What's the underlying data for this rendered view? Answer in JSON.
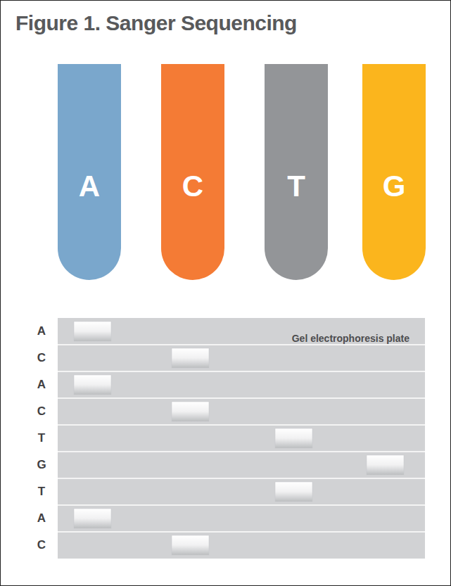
{
  "diagram": {
    "title": "Figure 1. Sanger Sequencing",
    "nodes": [
      {
        "text": [
          "A"
        ]
      },
      {
        "text": [
          "C"
        ]
      },
      {
        "text": [
          "T"
        ]
      },
      {
        "text": [
          "G"
        ]
      },
      {
        "text": [
          "Gel electrophoresis plate"
        ]
      }
    ],
    "labels": [
      "A",
      "C",
      "A",
      "C",
      "T",
      "G",
      "T",
      "A",
      "C"
    ]
  }
}
